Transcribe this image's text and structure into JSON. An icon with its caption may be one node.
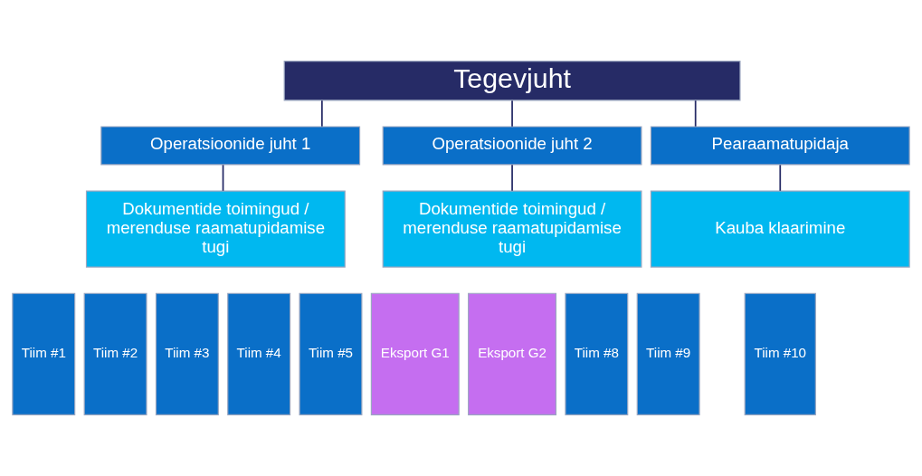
{
  "diagram": {
    "nodes": [
      {
        "text": [
          "Tegevjuht"
        ]
      },
      {
        "text": [
          "Operatsioonide juht 1"
        ]
      },
      {
        "text": [
          "Operatsioonide juht 2"
        ]
      },
      {
        "text": [
          "Pearaamatupidaja"
        ]
      },
      {
        "text": [
          "Dokumentide toimingud / merenduse raamatupidamise tugi"
        ]
      },
      {
        "text": [
          "Dokumentide toimingud / merenduse raamatupidamise tugi"
        ]
      },
      {
        "text": [
          "Kauba klaarimine"
        ]
      },
      {
        "text": [
          "Tiim #1"
        ]
      },
      {
        "text": [
          "Tiim #2"
        ]
      },
      {
        "text": [
          "Tiim #3"
        ]
      },
      {
        "text": [
          "Tiim #4"
        ]
      },
      {
        "text": [
          "Tiim #5"
        ]
      },
      {
        "text": [
          "Eksport G1"
        ]
      },
      {
        "text": [
          "Eksport G2"
        ]
      },
      {
        "text": [
          "Tiim #8"
        ]
      },
      {
        "text": [
          "Tiim #9"
        ]
      },
      {
        "text": [
          "Tiim #10"
        ]
      }
    ],
    "edges": [
      {
        "from": 0,
        "to": 1,
        "arrow": "none"
      },
      {
        "from": 0,
        "to": 2,
        "arrow": "none"
      },
      {
        "from": 0,
        "to": 3,
        "arrow": "none"
      },
      {
        "from": 1,
        "to": 4,
        "arrow": "none"
      },
      {
        "from": 2,
        "to": 5,
        "arrow": "none"
      },
      {
        "from": 3,
        "to": 6,
        "arrow": "none"
      }
    ]
  }
}
